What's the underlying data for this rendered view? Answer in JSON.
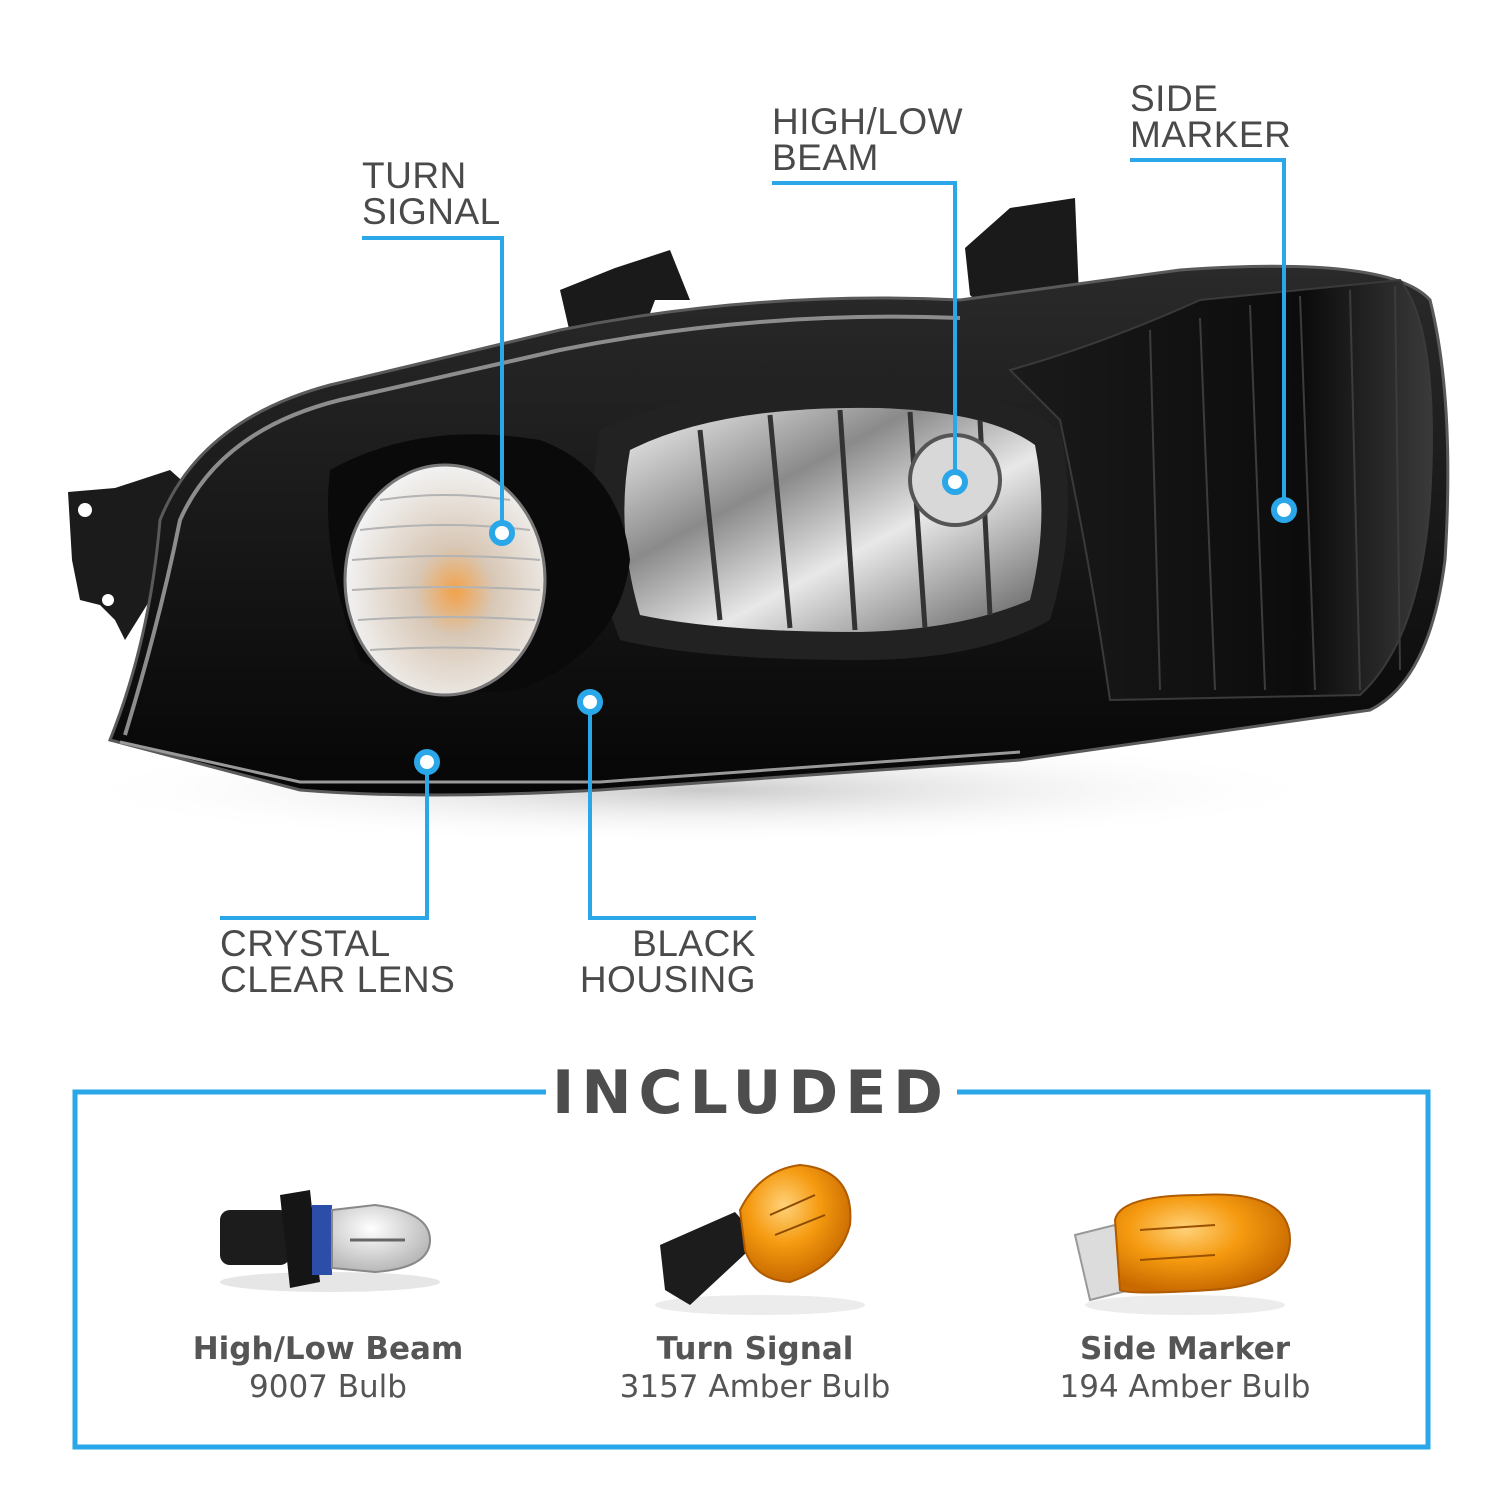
{
  "callouts": {
    "turn_signal": [
      "TURN",
      "SIGNAL"
    ],
    "high_low_beam": [
      "HIGH/LOW",
      "BEAM"
    ],
    "side_marker": [
      "SIDE",
      "MARKER"
    ],
    "crystal_clear_lens": [
      "CRYSTAL",
      "CLEAR LENS"
    ],
    "black_housing": [
      "BLACK",
      "HOUSING"
    ]
  },
  "included": {
    "title": "INCLUDED",
    "items": [
      {
        "name": "High/Low Beam",
        "desc": "9007 Bulb",
        "icon": "halogen-bulb-icon"
      },
      {
        "name": "Turn Signal",
        "desc": "3157 Amber Bulb",
        "icon": "amber-wedge-bulb-icon"
      },
      {
        "name": "Side Marker",
        "desc": "194 Amber Bulb",
        "icon": "small-amber-bulb-icon"
      }
    ]
  },
  "colors": {
    "accent": "#2aa7e8",
    "text": "#4a4a4a",
    "housing": "#141414",
    "amber": "#f39a12"
  }
}
